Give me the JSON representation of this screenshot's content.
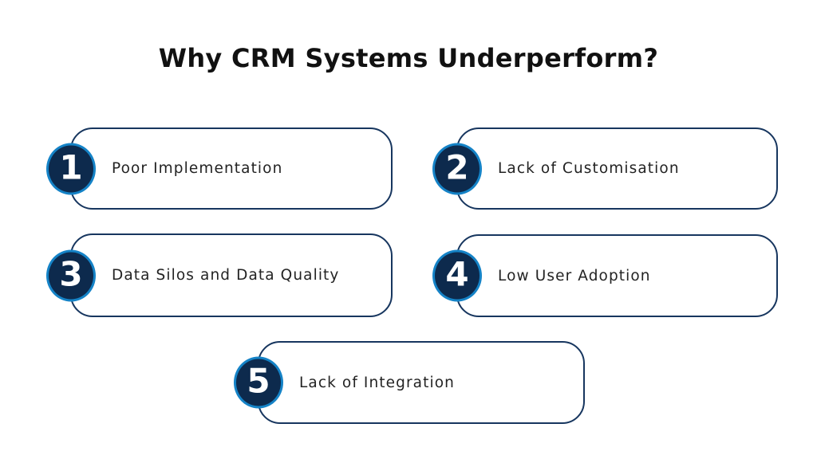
{
  "title": "Why CRM Systems Underperform?",
  "items": [
    {
      "number": "1",
      "label": "Poor Implementation"
    },
    {
      "number": "2",
      "label": "Lack of Customisation"
    },
    {
      "number": "3",
      "label": "Data Silos and Data Quality"
    },
    {
      "number": "4",
      "label": "Low User Adoption"
    },
    {
      "number": "5",
      "label": "Lack of Integration"
    }
  ],
  "colors": {
    "background": "#ffffff",
    "title_text": "#111111",
    "label_text": "#232323",
    "box_border": "#17365f",
    "badge_fill": "#0d2a4d",
    "badge_ring": "#1583c7",
    "badge_number": "#ffffff"
  }
}
